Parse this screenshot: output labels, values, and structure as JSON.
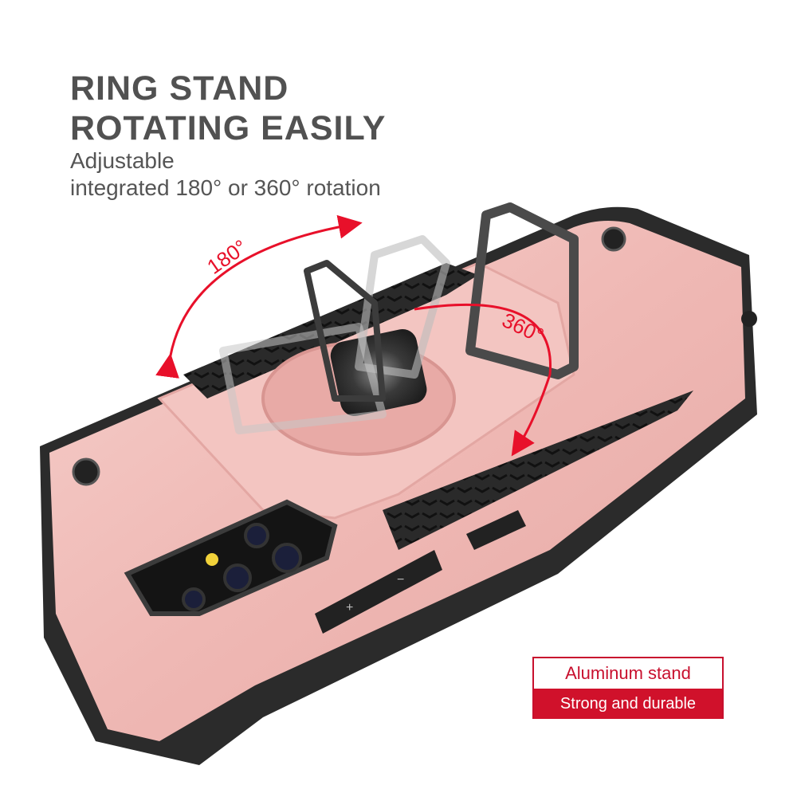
{
  "headline": {
    "line1": "RING STAND",
    "line2": "ROTATING EASILY"
  },
  "subtitle": {
    "line1": "Adjustable",
    "line2": "integrated 180° or 360° rotation"
  },
  "rotation_labels": {
    "angle_a": "180°",
    "angle_b": "360°"
  },
  "phone_buttons": {
    "plus": "+",
    "minus": "−"
  },
  "badge": {
    "top_text": "Aluminum stand",
    "bottom_text": "Strong and durable"
  },
  "colors": {
    "case_pink": "#efb8b4",
    "bumper_black": "#2a2a2a",
    "accent_red": "#d0112b",
    "heading_gray": "#515151"
  }
}
